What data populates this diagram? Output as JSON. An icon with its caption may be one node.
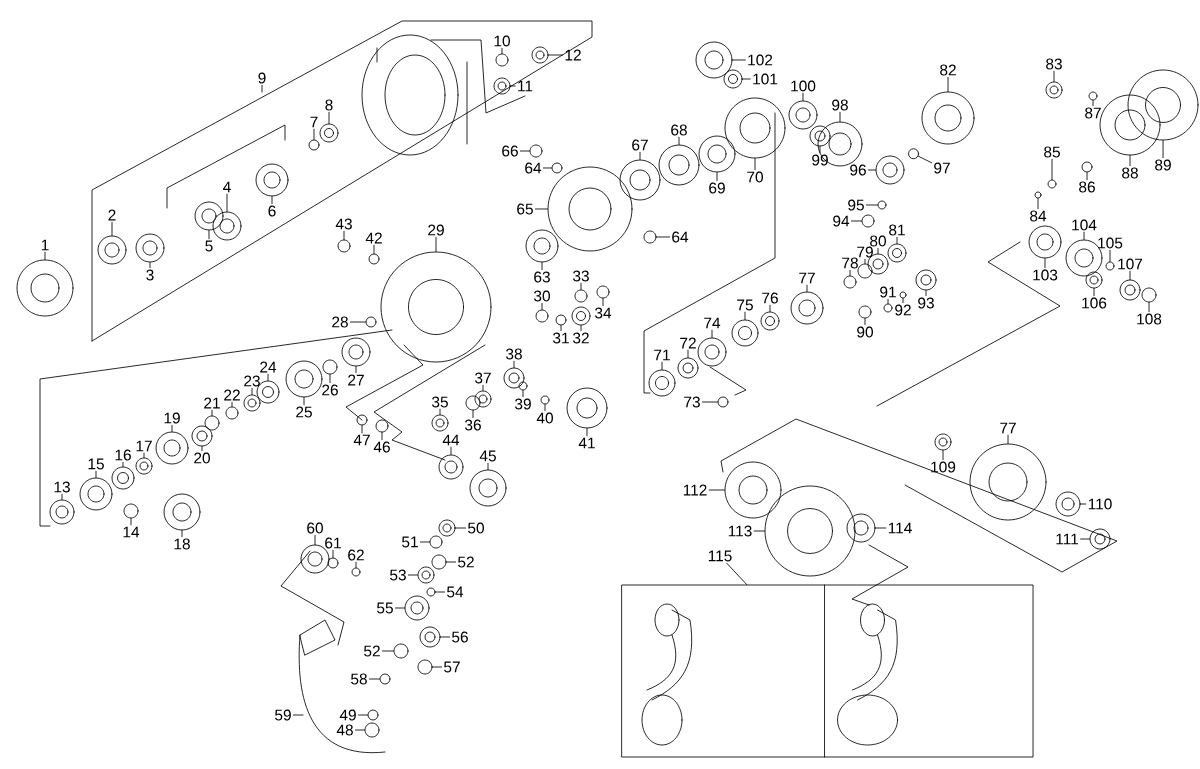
{
  "diagram": {
    "nodes": [
      {
        "text": [
          "1"
        ]
      },
      {
        "text": [
          "2"
        ]
      },
      {
        "text": [
          "3"
        ]
      },
      {
        "text": [
          "4"
        ]
      },
      {
        "text": [
          "5"
        ]
      },
      {
        "text": [
          "6"
        ]
      },
      {
        "text": [
          "7"
        ]
      },
      {
        "text": [
          "8"
        ]
      },
      {
        "text": [
          "9"
        ]
      },
      {
        "text": [
          "10"
        ]
      },
      {
        "text": [
          "11"
        ]
      },
      {
        "text": [
          "12"
        ]
      },
      {
        "text": [
          "13"
        ]
      },
      {
        "text": [
          "14"
        ]
      },
      {
        "text": [
          "15"
        ]
      },
      {
        "text": [
          "16"
        ]
      },
      {
        "text": [
          "17"
        ]
      },
      {
        "text": [
          "18"
        ]
      },
      {
        "text": [
          "19"
        ]
      },
      {
        "text": [
          "20"
        ]
      },
      {
        "text": [
          "21"
        ]
      },
      {
        "text": [
          "22"
        ]
      },
      {
        "text": [
          "23"
        ]
      },
      {
        "text": [
          "24"
        ]
      },
      {
        "text": [
          "25"
        ]
      },
      {
        "text": [
          "26"
        ]
      },
      {
        "text": [
          "27"
        ]
      },
      {
        "text": [
          "28"
        ]
      },
      {
        "text": [
          "29"
        ]
      },
      {
        "text": [
          "30"
        ]
      },
      {
        "text": [
          "31"
        ]
      },
      {
        "text": [
          "32"
        ]
      },
      {
        "text": [
          "33"
        ]
      },
      {
        "text": [
          "34"
        ]
      },
      {
        "text": [
          "35"
        ]
      },
      {
        "text": [
          "36"
        ]
      },
      {
        "text": [
          "37"
        ]
      },
      {
        "text": [
          "38"
        ]
      },
      {
        "text": [
          "39"
        ]
      },
      {
        "text": [
          "40"
        ]
      },
      {
        "text": [
          "41"
        ]
      },
      {
        "text": [
          "42"
        ]
      },
      {
        "text": [
          "43"
        ]
      },
      {
        "text": [
          "44"
        ]
      },
      {
        "text": [
          "45"
        ]
      },
      {
        "text": [
          "46"
        ]
      },
      {
        "text": [
          "47"
        ]
      },
      {
        "text": [
          "48"
        ]
      },
      {
        "text": [
          "49"
        ]
      },
      {
        "text": [
          "50"
        ]
      },
      {
        "text": [
          "51"
        ]
      },
      {
        "text": [
          "52"
        ]
      },
      {
        "text": [
          "53"
        ]
      },
      {
        "text": [
          "54"
        ]
      },
      {
        "text": [
          "55"
        ]
      },
      {
        "text": [
          "56"
        ]
      },
      {
        "text": [
          "57"
        ]
      },
      {
        "text": [
          "58"
        ]
      },
      {
        "text": [
          "59"
        ]
      },
      {
        "text": [
          "60"
        ]
      },
      {
        "text": [
          "61"
        ]
      },
      {
        "text": [
          "62"
        ]
      },
      {
        "text": [
          "63"
        ]
      },
      {
        "text": [
          "64"
        ]
      },
      {
        "text": [
          "65"
        ]
      },
      {
        "text": [
          "66"
        ]
      },
      {
        "text": [
          "67"
        ]
      },
      {
        "text": [
          "68"
        ]
      },
      {
        "text": [
          "69"
        ]
      },
      {
        "text": [
          "70"
        ]
      },
      {
        "text": [
          "71"
        ]
      },
      {
        "text": [
          "72"
        ]
      },
      {
        "text": [
          "73"
        ]
      },
      {
        "text": [
          "74"
        ]
      },
      {
        "text": [
          "75"
        ]
      },
      {
        "text": [
          "76"
        ]
      },
      {
        "text": [
          "77"
        ]
      },
      {
        "text": [
          "78"
        ]
      },
      {
        "text": [
          "79"
        ]
      },
      {
        "text": [
          "80"
        ]
      },
      {
        "text": [
          "81"
        ]
      },
      {
        "text": [
          "82"
        ]
      },
      {
        "text": [
          "83"
        ]
      },
      {
        "text": [
          "84"
        ]
      },
      {
        "text": [
          "85"
        ]
      },
      {
        "text": [
          "86"
        ]
      },
      {
        "text": [
          "87"
        ]
      },
      {
        "text": [
          "88"
        ]
      },
      {
        "text": [
          "89"
        ]
      },
      {
        "text": [
          "90"
        ]
      },
      {
        "text": [
          "91"
        ]
      },
      {
        "text": [
          "92"
        ]
      },
      {
        "text": [
          "93"
        ]
      },
      {
        "text": [
          "94"
        ]
      },
      {
        "text": [
          "95"
        ]
      },
      {
        "text": [
          "96"
        ]
      },
      {
        "text": [
          "97"
        ]
      },
      {
        "text": [
          "98"
        ]
      },
      {
        "text": [
          "99"
        ]
      },
      {
        "text": [
          "100"
        ]
      },
      {
        "text": [
          "101"
        ]
      },
      {
        "text": [
          "102"
        ]
      },
      {
        "text": [
          "103"
        ]
      },
      {
        "text": [
          "104"
        ]
      },
      {
        "text": [
          "105"
        ]
      },
      {
        "text": [
          "106"
        ]
      },
      {
        "text": [
          "107"
        ]
      },
      {
        "text": [
          "108"
        ]
      },
      {
        "text": [
          "109"
        ]
      },
      {
        "text": [
          "110"
        ]
      },
      {
        "text": [
          "111"
        ]
      },
      {
        "text": [
          "112"
        ]
      },
      {
        "text": [
          "113"
        ]
      },
      {
        "text": [
          "114"
        ]
      },
      {
        "text": [
          "115"
        ]
      },
      {
        "text": [
          "52"
        ]
      },
      {
        "text": [
          "64"
        ]
      },
      {
        "text": [
          "77"
        ]
      },
      {
        "text": [],
        "shape": "box"
      },
      {
        "text": [],
        "shape": "circle"
      },
      {
        "text": [],
        "shape": "circle"
      },
      {
        "text": [],
        "shape": "circle"
      },
      {
        "text": [],
        "shape": "circle"
      },
      {
        "text": [],
        "shape": "circle"
      },
      {
        "text": [],
        "shape": "circle"
      },
      {
        "text": [],
        "shape": "circle"
      },
      {
        "text": [],
        "shape": "circle"
      },
      {
        "text": [],
        "shape": "circle"
      },
      {
        "text": [],
        "shape": "circle"
      },
      {
        "text": [],
        "shape": "circle"
      },
      {
        "text": [],
        "shape": "circle"
      },
      {
        "text": [],
        "shape": "circle"
      },
      {
        "text": [],
        "shape": "circle"
      },
      {
        "text": [],
        "shape": "circle"
      },
      {
        "text": [],
        "shape": "circle"
      },
      {
        "text": [],
        "shape": "circle"
      },
      {
        "text": [],
        "shape": "circle"
      },
      {
        "text": [],
        "shape": "circle"
      },
      {
        "text": [],
        "shape": "circle"
      },
      {
        "text": [],
        "shape": "circle"
      },
      {
        "text": [],
        "shape": "circle"
      },
      {
        "text": [],
        "shape": "circle"
      },
      {
        "text": [],
        "shape": "circle"
      },
      {
        "text": [],
        "shape": "circle"
      },
      {
        "text": [],
        "shape": "circle"
      },
      {
        "text": [],
        "shape": "circle"
      },
      {
        "text": [],
        "shape": "circle"
      },
      {
        "text": [],
        "shape": "circle"
      },
      {
        "text": [],
        "shape": "circle"
      },
      {
        "text": [],
        "shape": "circle"
      },
      {
        "text": [],
        "shape": "circle"
      },
      {
        "text": [],
        "shape": "circle"
      },
      {
        "text": [],
        "shape": "circle"
      },
      {
        "text": [],
        "shape": "circle"
      },
      {
        "text": [],
        "shape": "circle"
      },
      {
        "text": [],
        "shape": "circle"
      },
      {
        "text": [],
        "shape": "circle"
      },
      {
        "text": [],
        "shape": "circle"
      },
      {
        "text": [],
        "shape": "circle"
      },
      {
        "text": [],
        "shape": "circle"
      },
      {
        "text": [],
        "shape": "circle"
      },
      {
        "text": [],
        "shape": "circle"
      },
      {
        "text": [],
        "shape": "circle"
      },
      {
        "text": [],
        "shape": "circle"
      },
      {
        "text": [],
        "shape": "circle"
      },
      {
        "text": [],
        "shape": "circle"
      },
      {
        "text": [],
        "shape": "circle"
      },
      {
        "text": [],
        "shape": "circle"
      },
      {
        "text": [],
        "shape": "circle"
      },
      {
        "text": [],
        "shape": "circle"
      },
      {
        "text": [],
        "shape": "circle"
      },
      {
        "text": [],
        "shape": "circle"
      },
      {
        "text": [],
        "shape": "circle"
      },
      {
        "text": [],
        "shape": "circle"
      },
      {
        "text": [],
        "shape": "circle"
      },
      {
        "text": [],
        "shape": "circle"
      },
      {
        "text": [],
        "shape": "circle"
      },
      {
        "text": [],
        "shape": "circle"
      },
      {
        "text": [],
        "shape": "circle"
      },
      {
        "text": [],
        "shape": "circle"
      },
      {
        "text": [],
        "shape": "circle"
      },
      {
        "text": [],
        "shape": "circle"
      },
      {
        "text": [],
        "shape": "circle"
      },
      {
        "text": [],
        "shape": "circle"
      },
      {
        "text": [],
        "shape": "circle"
      },
      {
        "text": [],
        "shape": "circle"
      },
      {
        "text": [],
        "shape": "circle"
      },
      {
        "text": [],
        "shape": "circle"
      },
      {
        "text": [],
        "shape": "circle"
      },
      {
        "text": [],
        "shape": "circle"
      },
      {
        "text": [],
        "shape": "circle"
      },
      {
        "text": [],
        "shape": "circle"
      },
      {
        "text": [],
        "shape": "circle"
      },
      {
        "text": [],
        "shape": "circle"
      },
      {
        "text": [],
        "shape": "circle"
      },
      {
        "text": [],
        "shape": "circle"
      },
      {
        "text": [],
        "shape": "circle"
      },
      {
        "text": [],
        "shape": "circle"
      },
      {
        "text": [],
        "shape": "circle"
      },
      {
        "text": [],
        "shape": "circle"
      },
      {
        "text": [],
        "shape": "circle"
      },
      {
        "text": [],
        "shape": "circle"
      },
      {
        "text": [],
        "shape": "circle"
      },
      {
        "text": [],
        "shape": "circle"
      },
      {
        "text": [],
        "shape": "circle"
      },
      {
        "text": [],
        "shape": "circle"
      },
      {
        "text": [],
        "shape": "circle"
      },
      {
        "text": [],
        "shape": "circle"
      },
      {
        "text": [],
        "shape": "circle"
      },
      {
        "text": [],
        "shape": "circle"
      },
      {
        "text": [],
        "shape": "circle"
      },
      {
        "text": [],
        "shape": "circle"
      },
      {
        "text": [],
        "shape": "circle"
      },
      {
        "text": [],
        "shape": "circle"
      },
      {
        "text": [],
        "shape": "circle"
      },
      {
        "text": [],
        "shape": "circle"
      },
      {
        "text": [],
        "shape": "circle"
      },
      {
        "text": [],
        "shape": "circle"
      },
      {
        "text": [],
        "shape": "circle"
      },
      {
        "text": [],
        "shape": "circle"
      },
      {
        "text": [],
        "shape": "circle"
      },
      {
        "text": [],
        "shape": "circle"
      },
      {
        "text": [],
        "shape": "circle"
      },
      {
        "text": [],
        "shape": "circle"
      },
      {
        "text": [],
        "shape": "circle"
      },
      {
        "text": [],
        "shape": "circle"
      },
      {
        "text": [],
        "shape": "circle"
      },
      {
        "text": [],
        "shape": "circle"
      },
      {
        "text": [],
        "shape": "circle"
      },
      {
        "text": [],
        "shape": "circle"
      },
      {
        "text": [],
        "shape": "circle"
      },
      {
        "text": [],
        "shape": "circle"
      },
      {
        "text": [],
        "shape": "circle"
      },
      {
        "text": [],
        "shape": "circle"
      }
    ],
    "edges": [
      {
        "from": 0,
        "to": 119,
        "arrow": "none"
      },
      {
        "from": 1,
        "to": 120,
        "arrow": "none"
      },
      {
        "from": 2,
        "to": 121,
        "arrow": "none"
      },
      {
        "from": 3,
        "to": 122,
        "arrow": "none"
      },
      {
        "from": 4,
        "to": 123,
        "arrow": "none"
      },
      {
        "from": 5,
        "to": 124,
        "arrow": "none"
      },
      {
        "from": 6,
        "to": 125,
        "arrow": "none"
      },
      {
        "from": 7,
        "to": 126,
        "arrow": "none"
      },
      {
        "from": 8,
        "to": null,
        "arrow": "none"
      },
      {
        "from": 9,
        "to": 127,
        "arrow": "none"
      },
      {
        "from": 10,
        "to": 128,
        "arrow": "none"
      },
      {
        "from": 11,
        "to": 129,
        "arrow": "none"
      },
      {
        "from": 12,
        "to": 130,
        "arrow": "none"
      },
      {
        "from": 13,
        "to": 131,
        "arrow": "none"
      },
      {
        "from": 14,
        "to": 132,
        "arrow": "none"
      },
      {
        "from": 15,
        "to": 133,
        "arrow": "none"
      },
      {
        "from": 16,
        "to": 134,
        "arrow": "none"
      },
      {
        "from": 17,
        "to": 135,
        "arrow": "none"
      },
      {
        "from": 18,
        "to": 136,
        "arrow": "none"
      },
      {
        "from": 19,
        "to": 137,
        "arrow": "none"
      },
      {
        "from": 20,
        "to": 138,
        "arrow": "none"
      },
      {
        "from": 21,
        "to": 139,
        "arrow": "none"
      },
      {
        "from": 22,
        "to": 140,
        "arrow": "none"
      },
      {
        "from": 23,
        "to": 141,
        "arrow": "none"
      },
      {
        "from": 24,
        "to": 142,
        "arrow": "none"
      },
      {
        "from": 25,
        "to": 143,
        "arrow": "none"
      },
      {
        "from": 26,
        "to": 144,
        "arrow": "none"
      },
      {
        "from": 27,
        "to": 145,
        "arrow": "none"
      },
      {
        "from": 28,
        "to": 146,
        "arrow": "none"
      },
      {
        "from": 29,
        "to": 147,
        "arrow": "none"
      },
      {
        "from": 30,
        "to": 148,
        "arrow": "none"
      },
      {
        "from": 31,
        "to": 149,
        "arrow": "none"
      },
      {
        "from": 32,
        "to": 150,
        "arrow": "none"
      },
      {
        "from": 33,
        "to": 151,
        "arrow": "none"
      },
      {
        "from": 34,
        "to": 152,
        "arrow": "none"
      },
      {
        "from": 35,
        "to": 153,
        "arrow": "none"
      },
      {
        "from": 36,
        "to": 154,
        "arrow": "none"
      },
      {
        "from": 37,
        "to": 155,
        "arrow": "none"
      },
      {
        "from": 38,
        "to": 156,
        "arrow": "none"
      },
      {
        "from": 39,
        "to": 157,
        "arrow": "none"
      },
      {
        "from": 40,
        "to": 158,
        "arrow": "none"
      },
      {
        "from": 41,
        "to": 159,
        "arrow": "none"
      },
      {
        "from": 42,
        "to": 160,
        "arrow": "none"
      },
      {
        "from": 43,
        "to": 161,
        "arrow": "none"
      },
      {
        "from": 44,
        "to": 162,
        "arrow": "none"
      },
      {
        "from": 45,
        "to": 163,
        "arrow": "none"
      },
      {
        "from": 46,
        "to": 164,
        "arrow": "none"
      },
      {
        "from": 47,
        "to": 165,
        "arrow": "none"
      },
      {
        "from": 48,
        "to": 166,
        "arrow": "none"
      },
      {
        "from": 49,
        "to": 167,
        "arrow": "none"
      },
      {
        "from": 50,
        "to": 168,
        "arrow": "none"
      },
      {
        "from": 51,
        "to": 169,
        "arrow": "none"
      },
      {
        "from": 52,
        "to": 170,
        "arrow": "none"
      },
      {
        "from": 53,
        "to": 171,
        "arrow": "none"
      },
      {
        "from": 54,
        "to": 172,
        "arrow": "none"
      },
      {
        "from": 55,
        "to": 173,
        "arrow": "none"
      },
      {
        "from": 56,
        "to": 174,
        "arrow": "none"
      },
      {
        "from": 57,
        "to": 175,
        "arrow": "none"
      },
      {
        "from": 58,
        "to": null,
        "arrow": "none"
      },
      {
        "from": 59,
        "to": 176,
        "arrow": "none"
      },
      {
        "from": 60,
        "to": 177,
        "arrow": "none"
      },
      {
        "from": 61,
        "to": 178,
        "arrow": "none"
      },
      {
        "from": 62,
        "to": 179,
        "arrow": "none"
      },
      {
        "from": 63,
        "to": 180,
        "arrow": "none"
      },
      {
        "from": 64,
        "to": 181,
        "arrow": "none"
      },
      {
        "from": 65,
        "to": 182,
        "arrow": "none"
      },
      {
        "from": 66,
        "to": 183,
        "arrow": "none"
      },
      {
        "from": 67,
        "to": 184,
        "arrow": "none"
      },
      {
        "from": 68,
        "to": 185,
        "arrow": "none"
      },
      {
        "from": 69,
        "to": 186,
        "arrow": "none"
      },
      {
        "from": 70,
        "to": 187,
        "arrow": "none"
      },
      {
        "from": 71,
        "to": 188,
        "arrow": "none"
      },
      {
        "from": 72,
        "to": 189,
        "arrow": "none"
      },
      {
        "from": 73,
        "to": 190,
        "arrow": "none"
      },
      {
        "from": 74,
        "to": 191,
        "arrow": "none"
      },
      {
        "from": 75,
        "to": 192,
        "arrow": "none"
      },
      {
        "from": 76,
        "to": 193,
        "arrow": "none"
      },
      {
        "from": 77,
        "to": 194,
        "arrow": "none"
      },
      {
        "from": 78,
        "to": 195,
        "arrow": "none"
      },
      {
        "from": 79,
        "to": 196,
        "arrow": "none"
      },
      {
        "from": 80,
        "to": 197,
        "arrow": "none"
      },
      {
        "from": 81,
        "to": 198,
        "arrow": "none"
      },
      {
        "from": 82,
        "to": 199,
        "arrow": "none"
      },
      {
        "from": 83,
        "to": 200,
        "arrow": "none"
      },
      {
        "from": 84,
        "to": 201,
        "arrow": "none"
      },
      {
        "from": 85,
        "to": 202,
        "arrow": "none"
      },
      {
        "from": 86,
        "to": 203,
        "arrow": "none"
      },
      {
        "from": 87,
        "to": 204,
        "arrow": "none"
      },
      {
        "from": 88,
        "to": 205,
        "arrow": "none"
      },
      {
        "from": 89,
        "to": 206,
        "arrow": "none"
      },
      {
        "from": 90,
        "to": 207,
        "arrow": "none"
      },
      {
        "from": 91,
        "to": 208,
        "arrow": "none"
      },
      {
        "from": 92,
        "to": 209,
        "arrow": "none"
      },
      {
        "from": 93,
        "to": 210,
        "arrow": "none"
      },
      {
        "from": 94,
        "to": 211,
        "arrow": "none"
      },
      {
        "from": 95,
        "to": 212,
        "arrow": "none"
      },
      {
        "from": 96,
        "to": 213,
        "arrow": "none"
      },
      {
        "from": 97,
        "to": 214,
        "arrow": "none"
      },
      {
        "from": 98,
        "to": 215,
        "arrow": "none"
      },
      {
        "from": 99,
        "to": 216,
        "arrow": "none"
      },
      {
        "from": 100,
        "to": 217,
        "arrow": "none"
      },
      {
        "from": 101,
        "to": 218,
        "arrow": "none"
      },
      {
        "from": 102,
        "to": 219,
        "arrow": "none"
      },
      {
        "from": 103,
        "to": 220,
        "arrow": "none"
      },
      {
        "from": 104,
        "to": 221,
        "arrow": "none"
      },
      {
        "from": 105,
        "to": 222,
        "arrow": "none"
      },
      {
        "from": 106,
        "to": 223,
        "arrow": "none"
      },
      {
        "from": 107,
        "to": 224,
        "arrow": "none"
      },
      {
        "from": 108,
        "to": 225,
        "arrow": "none"
      },
      {
        "from": 109,
        "to": 226,
        "arrow": "none"
      },
      {
        "from": 110,
        "to": 227,
        "arrow": "none"
      },
      {
        "from": 111,
        "to": 228,
        "arrow": "none"
      },
      {
        "from": 112,
        "to": 229,
        "arrow": "none"
      },
      {
        "from": 113,
        "to": 230,
        "arrow": "none"
      },
      {
        "from": 114,
        "to": 118,
        "arrow": "none"
      },
      {
        "from": 115,
        "to": 231,
        "arrow": "none"
      },
      {
        "from": 116,
        "to": 232,
        "arrow": "none"
      },
      {
        "from": 117,
        "to": 233,
        "arrow": "none"
      }
    ]
  }
}
